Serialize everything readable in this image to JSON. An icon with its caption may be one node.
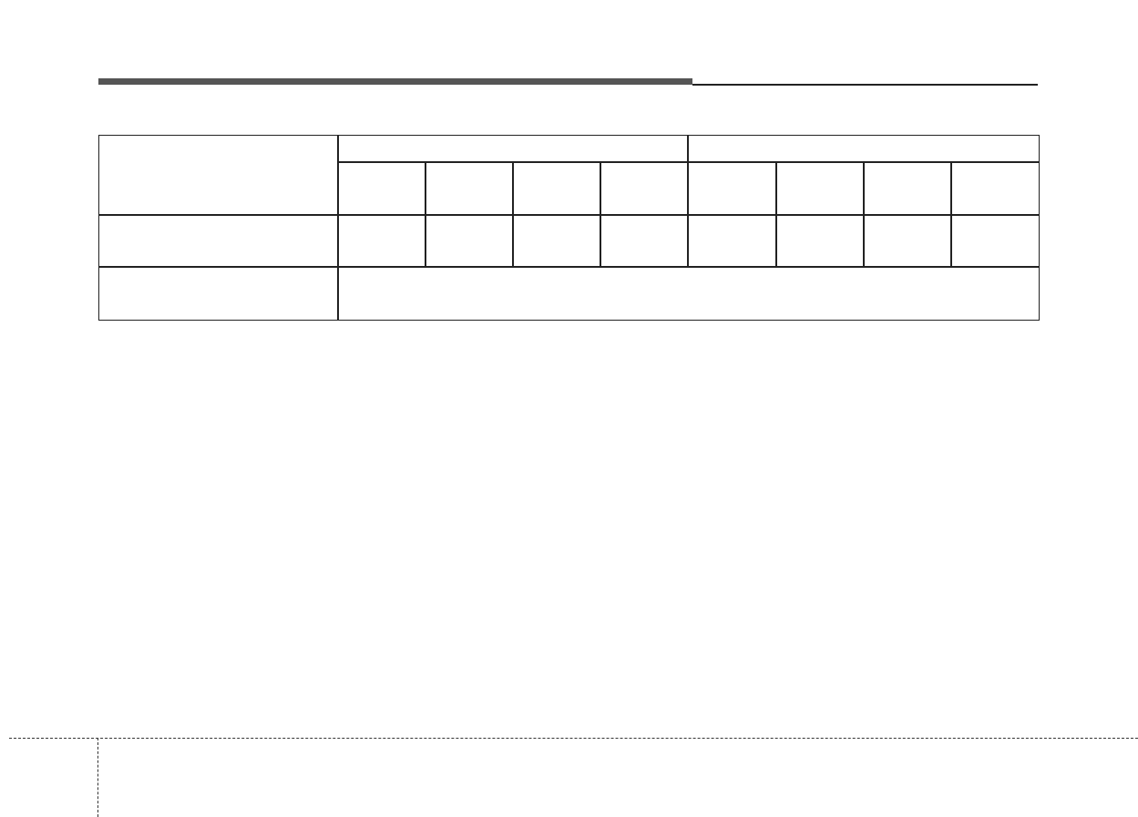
{
  "diagram": {
    "nodes": [
      {
        "text": [],
        "shape": "box"
      },
      {
        "text": [],
        "shape": "box"
      },
      {
        "text": [],
        "shape": "box"
      },
      {
        "text": [],
        "shape": "box"
      },
      {
        "text": [],
        "shape": "box"
      },
      {
        "text": [],
        "shape": "box"
      },
      {
        "text": [],
        "shape": "box"
      },
      {
        "text": [],
        "shape": "box"
      },
      {
        "text": [],
        "shape": "box"
      },
      {
        "text": [],
        "shape": "box"
      },
      {
        "text": [],
        "shape": "box"
      },
      {
        "text": [],
        "shape": "box"
      },
      {
        "text": [],
        "shape": "box"
      },
      {
        "text": [],
        "shape": "box"
      },
      {
        "text": [],
        "shape": "box"
      },
      {
        "text": [],
        "shape": "box"
      },
      {
        "text": [],
        "shape": "box"
      },
      {
        "text": [],
        "shape": "box"
      },
      {
        "text": [],
        "shape": "box"
      },
      {
        "text": [],
        "shape": "box"
      },
      {
        "text": [],
        "shape": "box"
      },
      {
        "text": [],
        "shape": "box"
      }
    ]
  }
}
